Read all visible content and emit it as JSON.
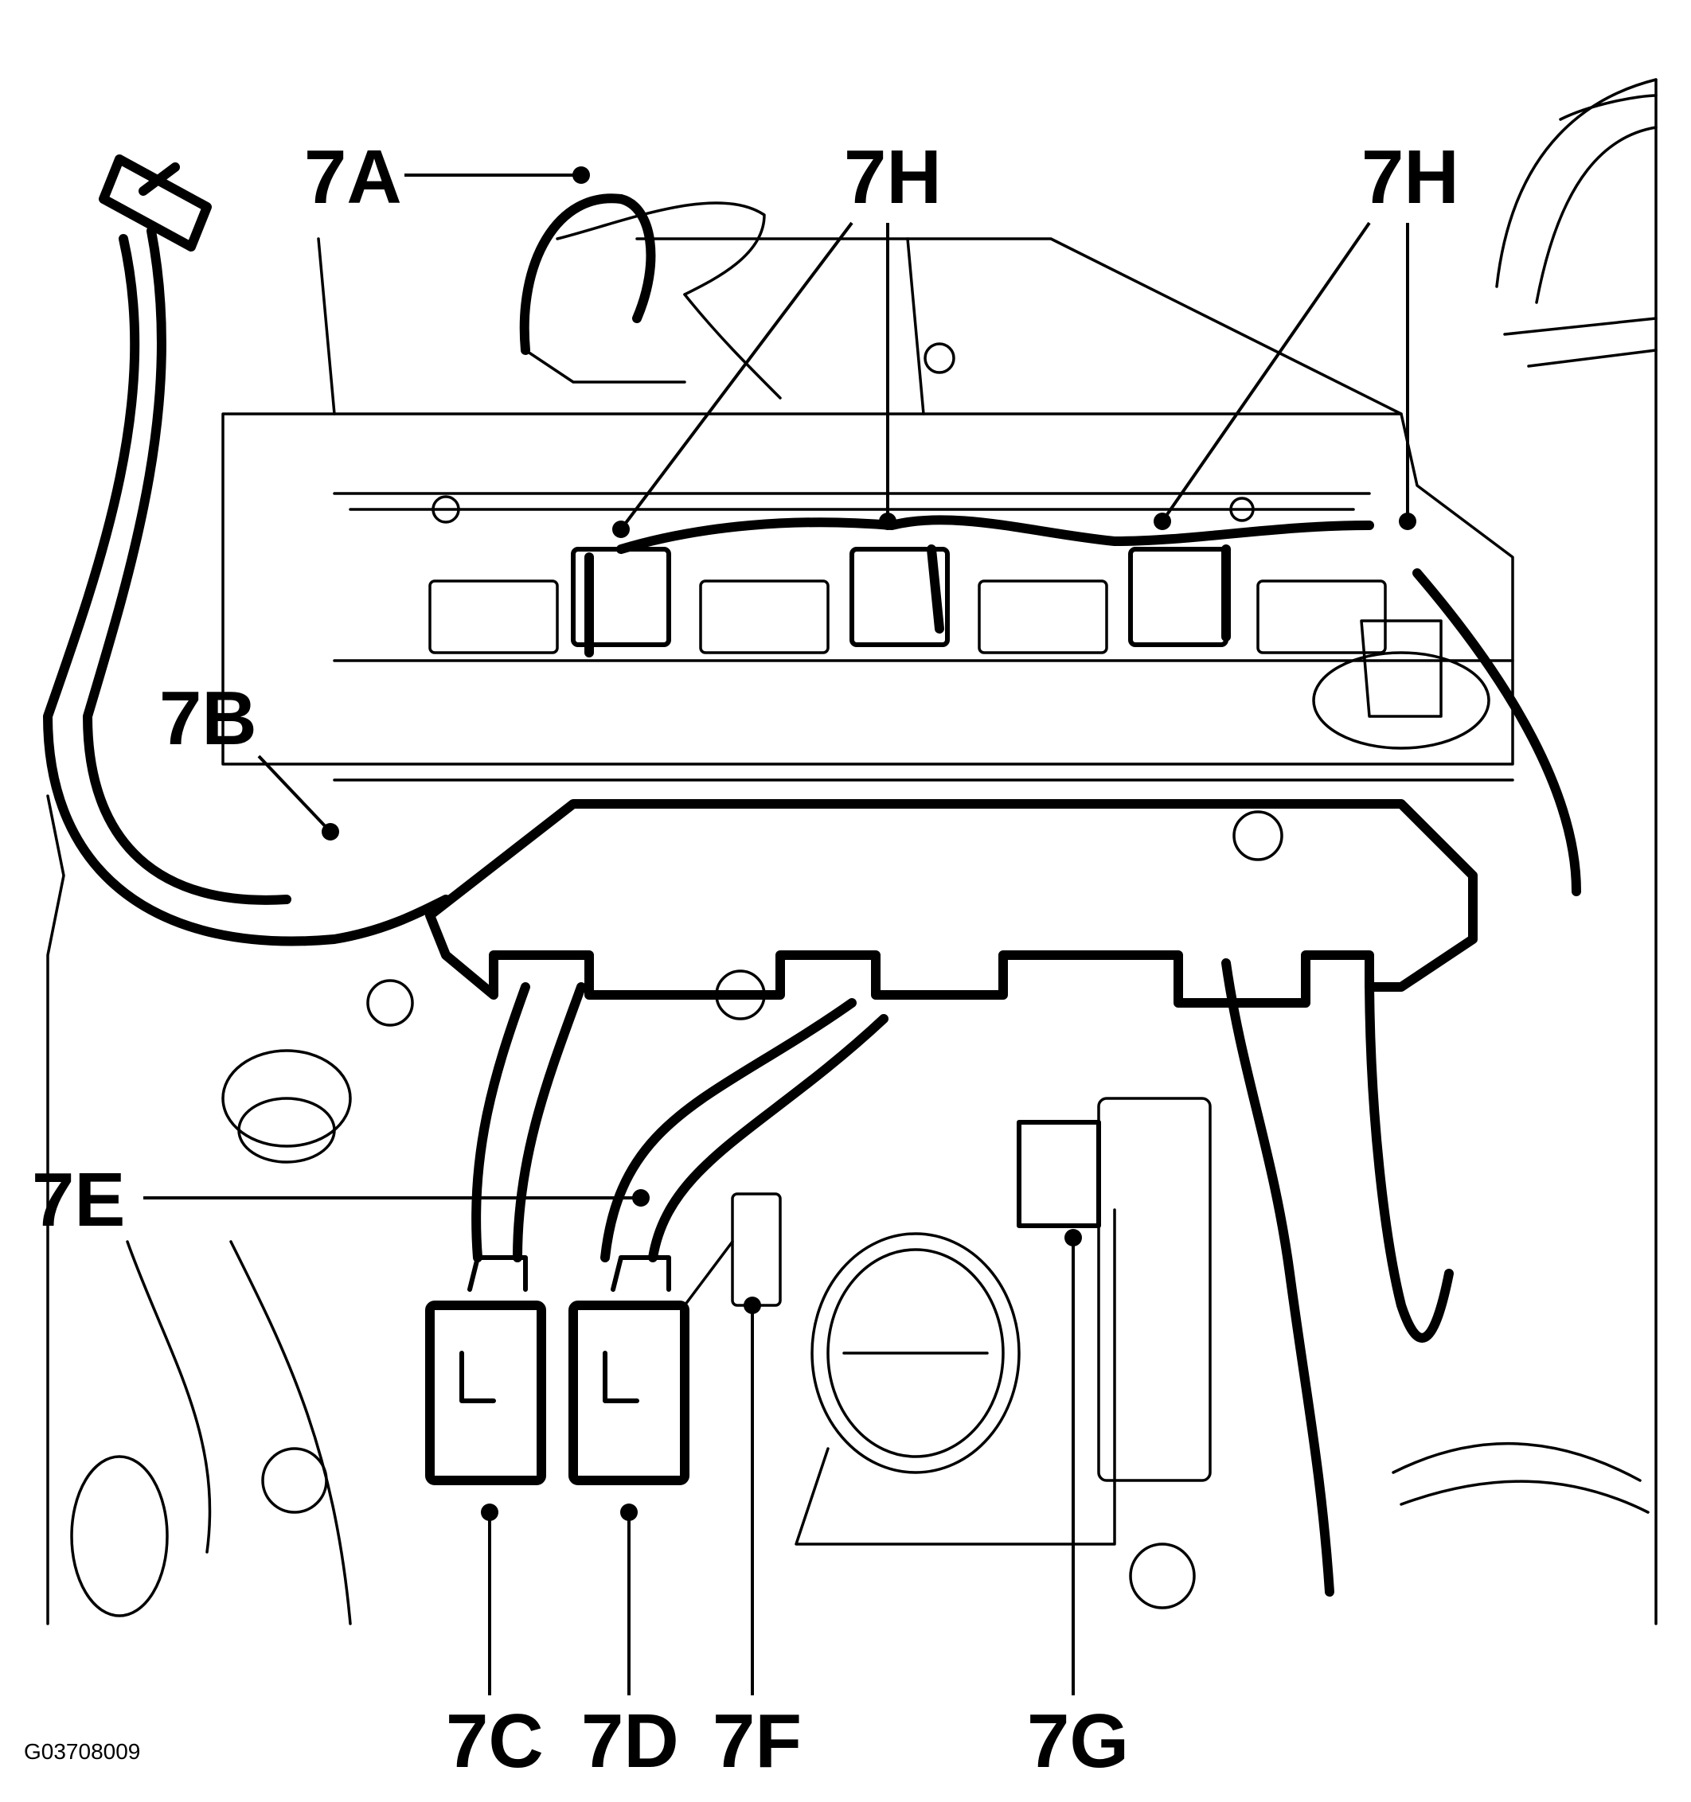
{
  "callouts": {
    "c7A": "7A",
    "c7B": "7B",
    "c7C": "7C",
    "c7D": "7D",
    "c7E": "7E",
    "c7F": "7F",
    "c7G": "7G",
    "c7H_left": "7H",
    "c7H_right": "7H"
  },
  "figure_id": "G03708009"
}
